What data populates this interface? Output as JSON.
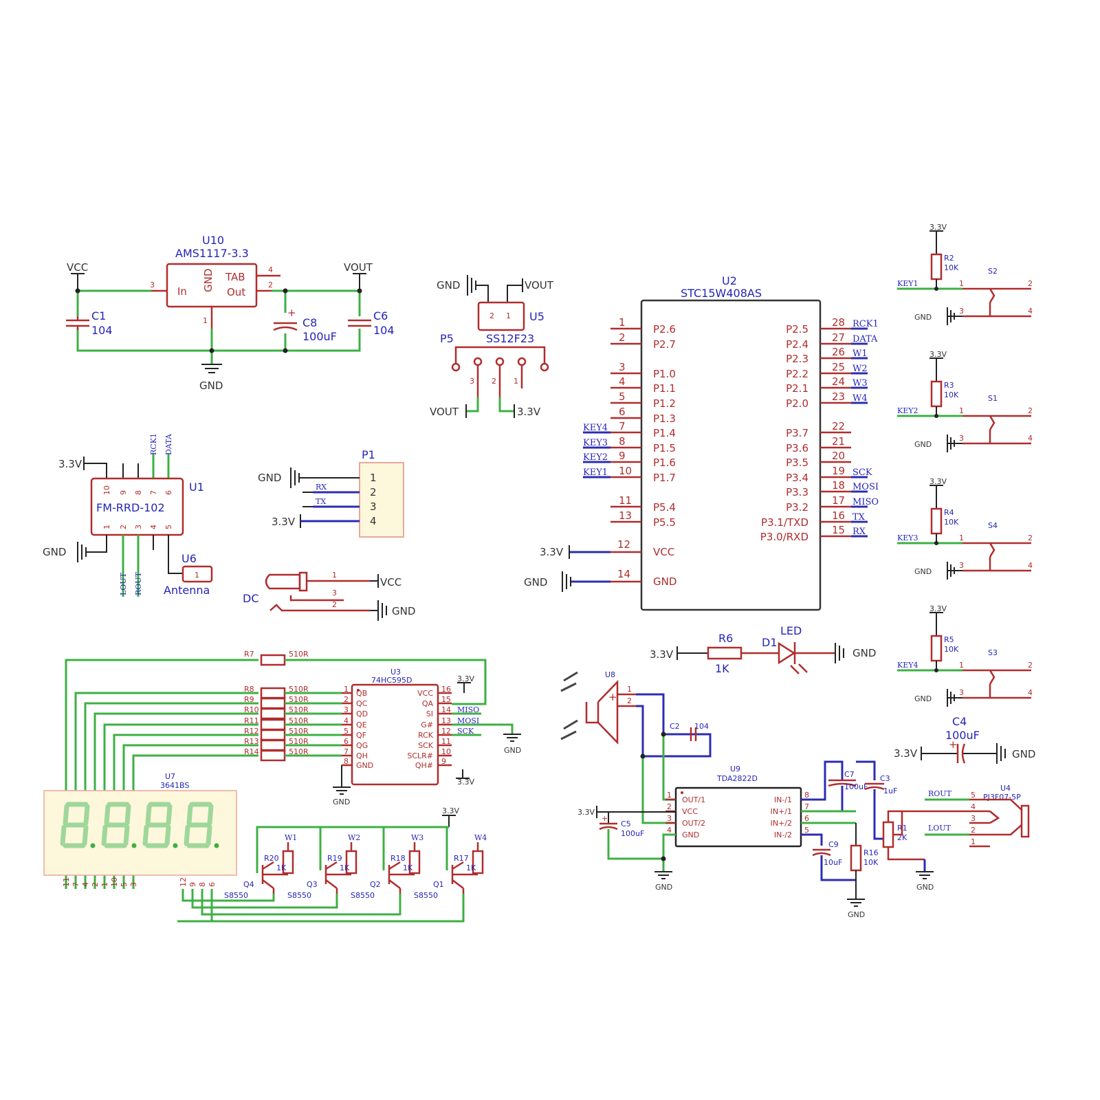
{
  "regulator": {
    "ref": "U10",
    "part": "AMS1117-3.3",
    "pin_in": "In",
    "pin_gnd": "GND",
    "pin_tab": "TAB",
    "pin_out": "Out",
    "pin3": "3",
    "pin1": "1",
    "pin2": "2",
    "pin4": "4",
    "vcc": "VCC",
    "vout": "VOUT",
    "gnd": "GND",
    "c1_ref": "C1",
    "c1_val": "104",
    "c8_ref": "C8",
    "c8_val": "100uF",
    "c6_ref": "C6",
    "c6_val": "104"
  },
  "switch_u5": {
    "gnd": "GND",
    "vout": "VOUT",
    "ref": "U5",
    "p5_ref": "P5",
    "p5_part": "SS12F23",
    "pin1": "1",
    "pin2": "2",
    "pin3": "3",
    "vout_low": "VOUT",
    "v33": "3.3V"
  },
  "mcu": {
    "ref": "U2",
    "part": "STC15W408AS",
    "left": [
      {
        "num": "1",
        "name": "P2.6",
        "net": ""
      },
      {
        "num": "2",
        "name": "P2.7",
        "net": ""
      },
      {
        "num": "3",
        "name": "P1.0",
        "net": ""
      },
      {
        "num": "4",
        "name": "P1.1",
        "net": ""
      },
      {
        "num": "5",
        "name": "P1.2",
        "net": ""
      },
      {
        "num": "6",
        "name": "P1.3",
        "net": ""
      },
      {
        "num": "7",
        "name": "P1.4",
        "net": "KEY4"
      },
      {
        "num": "8",
        "name": "P1.5",
        "net": "KEY3"
      },
      {
        "num": "9",
        "name": "P1.6",
        "net": "KEY2"
      },
      {
        "num": "10",
        "name": "P1.7",
        "net": "KEY1"
      },
      {
        "num": "11",
        "name": "P5.4",
        "net": ""
      },
      {
        "num": "13",
        "name": "P5.5",
        "net": ""
      }
    ],
    "right": [
      {
        "num": "28",
        "name": "P2.5",
        "net": "RCK1"
      },
      {
        "num": "27",
        "name": "P2.4",
        "net": "DATA"
      },
      {
        "num": "26",
        "name": "P2.3",
        "net": "W1"
      },
      {
        "num": "25",
        "name": "P2.2",
        "net": "W2"
      },
      {
        "num": "24",
        "name": "P2.1",
        "net": "W3"
      },
      {
        "num": "23",
        "name": "P2.0",
        "net": "W4"
      },
      {
        "num": "22",
        "name": "P3.7",
        "net": ""
      },
      {
        "num": "21",
        "name": "P3.6",
        "net": ""
      },
      {
        "num": "20",
        "name": "P3.5",
        "net": ""
      },
      {
        "num": "19",
        "name": "P3.4",
        "net": "SCK"
      },
      {
        "num": "18",
        "name": "P3.3",
        "net": "MOSI"
      },
      {
        "num": "17",
        "name": "P3.2",
        "net": "MISO"
      },
      {
        "num": "16",
        "name": "P3.1/TXD",
        "net": "TX"
      },
      {
        "num": "15",
        "name": "P3.0/RXD",
        "net": "RX"
      }
    ],
    "vcc_pin": "12",
    "vcc_name": "VCC",
    "vcc_net": "3.3V",
    "gnd_pin": "14",
    "gnd_name": "GND",
    "gnd_net": "GND"
  },
  "switches": [
    {
      "rref": "R2",
      "rval": "10K",
      "sref": "S2",
      "key": "KEY1"
    },
    {
      "rref": "R3",
      "rval": "10K",
      "sref": "S1",
      "key": "KEY2"
    },
    {
      "rref": "R4",
      "rval": "10K",
      "sref": "S4",
      "key": "KEY3"
    },
    {
      "rref": "R5",
      "rval": "10K",
      "sref": "S3",
      "key": "KEY4"
    }
  ],
  "switch_common": {
    "v33": "3.3V",
    "gnd": "GND",
    "p1": "1",
    "p2": "2",
    "p3": "3",
    "p4": "4"
  },
  "fm": {
    "ref": "U1",
    "part": "FM-RRD-102",
    "v33": "3.3V",
    "gnd": "GND",
    "top_pins": [
      "10",
      "9",
      "8",
      "7",
      "6"
    ],
    "bottom_pins": [
      "1",
      "2",
      "3",
      "4",
      "5"
    ],
    "rck1": "RCK1",
    "data": "DATA",
    "lout": "LOUT",
    "rout": "ROUT",
    "ant_ref": "U6",
    "ant_pin": "1",
    "ant_label": "Antenna"
  },
  "header_p1": {
    "ref": "P1",
    "gnd": "GND",
    "rx": "RX",
    "tx": "TX",
    "v33": "3.3V",
    "pins": [
      "1",
      "2",
      "3",
      "4"
    ]
  },
  "dc": {
    "label": "DC",
    "vcc": "VCC",
    "gnd": "GND",
    "pin1": "1",
    "pin3": "3",
    "pin2": "2"
  },
  "led": {
    "v33": "3.3V",
    "rref": "R6",
    "rval": "1K",
    "dref": "D1",
    "dlabel": "LED",
    "gnd": "GND"
  },
  "shift": {
    "ref": "U3",
    "part": "74HC595D",
    "r7": "R7",
    "r7val": "510R",
    "resistors": [
      {
        "ref": "R8",
        "val": "510R"
      },
      {
        "ref": "R9",
        "val": "510R"
      },
      {
        "ref": "R10",
        "val": "510R"
      },
      {
        "ref": "R11",
        "val": "510R"
      },
      {
        "ref": "R12",
        "val": "510R"
      },
      {
        "ref": "R13",
        "val": "510R"
      },
      {
        "ref": "R14",
        "val": "510R"
      }
    ],
    "left_pins": [
      {
        "num": "1",
        "name": "QB"
      },
      {
        "num": "2",
        "name": "QC"
      },
      {
        "num": "3",
        "name": "QD"
      },
      {
        "num": "4",
        "name": "QE"
      },
      {
        "num": "5",
        "name": "QF"
      },
      {
        "num": "6",
        "name": "QG"
      },
      {
        "num": "7",
        "name": "QH"
      },
      {
        "num": "8",
        "name": "GND"
      }
    ],
    "right_pins": [
      {
        "num": "16",
        "name": "VCC",
        "net": ""
      },
      {
        "num": "15",
        "name": "QA",
        "net": ""
      },
      {
        "num": "14",
        "name": "SI",
        "net": "MISO"
      },
      {
        "num": "13",
        "name": "G#",
        "net": "MOSI"
      },
      {
        "num": "12",
        "name": "RCK",
        "net": "SCK"
      },
      {
        "num": "11",
        "name": "SCK",
        "net": ""
      },
      {
        "num": "10",
        "name": "SCLR#",
        "net": ""
      },
      {
        "num": "9",
        "name": "QH#",
        "net": ""
      }
    ],
    "v33_top": "3.3V",
    "v33_bot": "3.3V",
    "gnd": "GND",
    "gnd2": "GND"
  },
  "display": {
    "ref": "U7",
    "part": "3641BS",
    "bottom_pins_a": [
      "11",
      "7",
      "4",
      "2",
      "1",
      "10",
      "5",
      "3"
    ],
    "bottom_pins_b": [
      "12",
      "9",
      "8",
      "6"
    ],
    "v33": "3.3V",
    "transistors": [
      {
        "qref": "Q4",
        "qpart": "S8550",
        "rref": "R20",
        "rval": "1K",
        "net": "W1"
      },
      {
        "qref": "Q3",
        "qpart": "S8550",
        "rref": "R19",
        "rval": "1K",
        "net": "W2"
      },
      {
        "qref": "Q2",
        "qpart": "S8550",
        "rref": "R18",
        "rval": "1K",
        "net": "W3"
      },
      {
        "qref": "Q1",
        "qpart": "S8550",
        "rref": "R17",
        "rval": "1K",
        "net": "W4"
      }
    ]
  },
  "amp": {
    "spk": "U8",
    "pin1": "1",
    "pin2": "2",
    "c2": "C2",
    "c2val": "104",
    "ref": "U9",
    "part": "TDA2822D",
    "left_pins": [
      {
        "num": "1",
        "name": "OUT/1"
      },
      {
        "num": "2",
        "name": "VCC"
      },
      {
        "num": "3",
        "name": "OUT/2"
      },
      {
        "num": "4",
        "name": "GND"
      }
    ],
    "right_pins": [
      {
        "num": "8",
        "name": "IN-/1"
      },
      {
        "num": "7",
        "name": "IN+/1"
      },
      {
        "num": "6",
        "name": "IN+/2"
      },
      {
        "num": "5",
        "name": "IN-/2"
      }
    ],
    "v33": "3.3V",
    "c5": "C5",
    "c5val": "100uF",
    "c7": "C7",
    "c7val": "100uF",
    "c3": "C3",
    "c3val": "1uF",
    "c9": "C9",
    "c9val": "10uF",
    "r16": "R16",
    "r16val": "10K",
    "r1": "R1",
    "r1val": "2K",
    "c4": "C4",
    "c4val": "100uF",
    "c4v33": "3.3V",
    "c4gnd": "GND",
    "jack": "U4",
    "jackpart": "PJ3F07-5P",
    "rout": "ROUT",
    "lout": "LOUT",
    "jp": [
      "5",
      "4",
      "3",
      "2",
      "1"
    ],
    "gnd_a": "GND",
    "gnd_b": "GND",
    "gnd_c": "GND"
  }
}
